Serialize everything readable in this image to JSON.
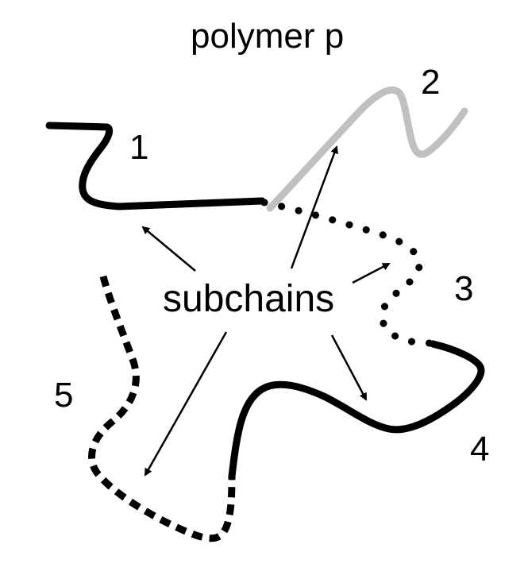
{
  "title": "polymer p",
  "center_label": "subchains",
  "subchains": [
    {
      "label": "1",
      "style": "solid",
      "color": "#000000"
    },
    {
      "label": "2",
      "style": "solid",
      "color": "#c0c0c0"
    },
    {
      "label": "3",
      "style": "dotted",
      "color": "#000000"
    },
    {
      "label": "4",
      "style": "solid",
      "color": "#000000"
    },
    {
      "label": "5",
      "style": "dashed",
      "color": "#000000"
    }
  ]
}
